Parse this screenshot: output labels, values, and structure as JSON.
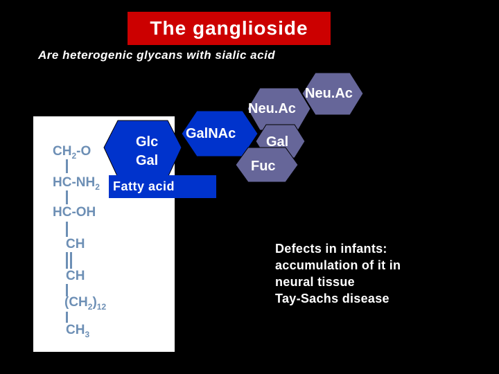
{
  "title": "The ganglioside",
  "subtitle": "Are heterogenic glycans with sialic acid",
  "structure_labels": {
    "ch2o": "CH2-O",
    "hcnh": "HC-NH2",
    "hcoh": "HC-OH",
    "ch_a": "CH",
    "ch_b": "CH",
    "ch2_12": "(CH2)12",
    "ch3": "CH3"
  },
  "hexagons": {
    "glc_gal": {
      "line1": "Glc",
      "line2": "Gal",
      "color": "#0033cc"
    },
    "galnac": {
      "label": "GalNAc",
      "color": "#0033cc"
    },
    "gal": {
      "label": "Gal",
      "color": "#666699"
    },
    "fuc": {
      "label": "Fuc",
      "color": "#666699"
    },
    "neuac_1": {
      "label": "Neu.Ac",
      "color": "#666699"
    },
    "neuac_2": {
      "label": "Neu.Ac",
      "color": "#666699"
    }
  },
  "fatty_acid": "Fatty acid",
  "defects": {
    "line1": "Defects in infants:",
    "line2": "accumulation of it in",
    "line3": "neural tissue",
    "line4": "Tay-Sachs disease"
  },
  "colors": {
    "background": "#000000",
    "title_bg": "#cc0000",
    "glycan_blue": "#0033cc",
    "glycan_gray": "#666699",
    "structure_text": "#6d8fb5"
  }
}
